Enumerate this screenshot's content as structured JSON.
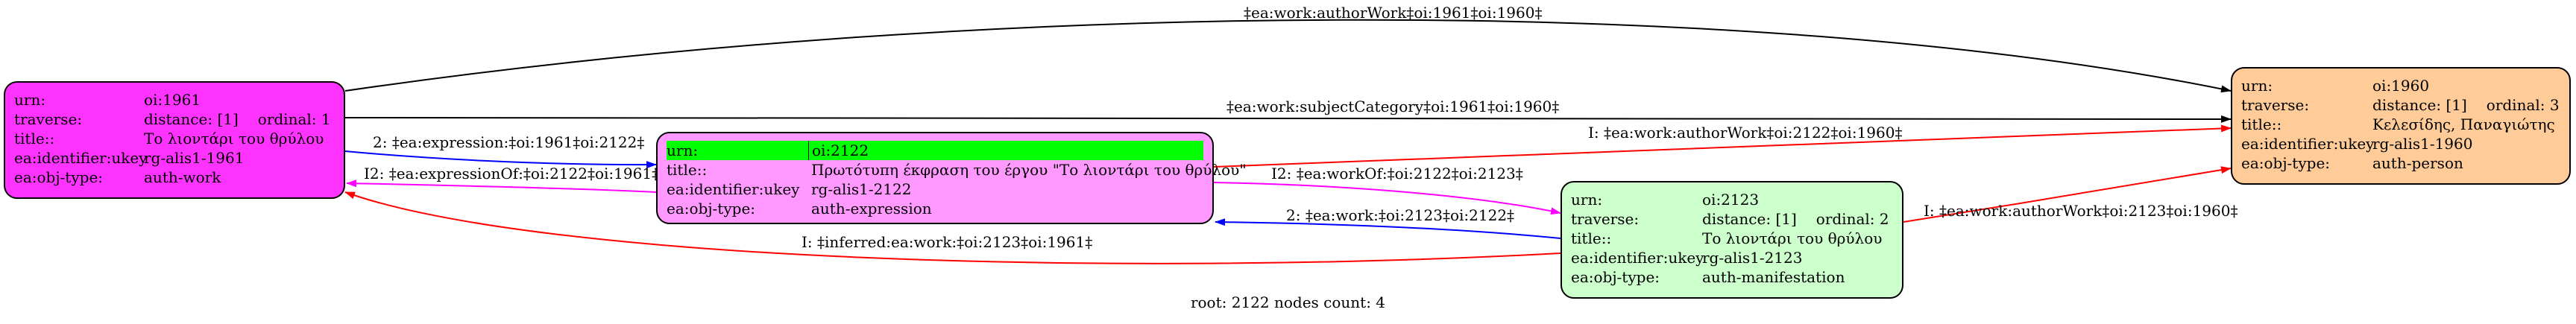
{
  "nodes": {
    "n1961": {
      "urn_key": "urn:",
      "urn_val": "oi:1961",
      "traverse_key": "traverse:",
      "distance": "distance: [1]",
      "ordinal": "ordinal: 1",
      "title_key": "title::",
      "title_val": "Το λιοντάρι του θρύλου",
      "ukey_key": "ea:identifier:ukey",
      "ukey_val": "rg-alis1-1961",
      "type_key": "ea:obj-type:",
      "type_val": "auth-work",
      "fill": "#ff33ff"
    },
    "n2122": {
      "urn_key": "urn:",
      "urn_val": "oi:2122",
      "title_key": "title::",
      "title_val": "Πρωτότυπη έκφραση του έργου \"Το λιοντάρι του θρύλου\"",
      "ukey_key": "ea:identifier:ukey",
      "ukey_val": "rg-alis1-2122",
      "type_key": "ea:obj-type:",
      "type_val": "auth-expression",
      "fill": "#ff99ff",
      "highlight": "#00ff00"
    },
    "n2123": {
      "urn_key": "urn:",
      "urn_val": "oi:2123",
      "traverse_key": "traverse:",
      "distance": "distance: [1]",
      "ordinal": "ordinal: 2",
      "title_key": "title::",
      "title_val": "Το λιοντάρι του θρύλου",
      "ukey_key": "ea:identifier:ukey",
      "ukey_val": "rg-alis1-2123",
      "type_key": "ea:obj-type:",
      "type_val": "auth-manifestation",
      "fill": "#ccffcc"
    },
    "n1960": {
      "urn_key": "urn:",
      "urn_val": "oi:1960",
      "traverse_key": "traverse:",
      "distance": "distance: [1]",
      "ordinal": "ordinal: 3",
      "title_key": "title::",
      "title_val": "Κελεσίδης, Παναγιώτης",
      "ukey_key": "ea:identifier:ukey",
      "ukey_val": "rg-alis1-1960",
      "type_key": "ea:obj-type:",
      "type_val": "auth-person",
      "fill": "#ffcc99"
    }
  },
  "edges": {
    "e_author_1961": "‡ea:work:authorWork‡oi:1961‡oi:1960‡",
    "e_subject_1961": "‡ea:work:subjectCategory‡oi:1961‡oi:1960‡",
    "e_expression": "2: ‡ea:expression:‡oi:1961‡oi:2122‡",
    "e_expressionOf": "I2: ‡ea:expressionOf:‡oi:2122‡oi:1961‡",
    "e_author_2122": "I: ‡ea:work:authorWork‡oi:2122‡oi:1960‡",
    "e_workOf": "I2: ‡ea:workOf:‡oi:2122‡oi:2123‡",
    "e_work_2123": "2: ‡ea:work:‡oi:2123‡oi:2122‡",
    "e_inferred": "I: ‡inferred:ea:work:‡oi:2123‡oi:1961‡",
    "e_author_2123": "I: ‡ea:work:authorWork‡oi:2123‡oi:1960‡"
  },
  "colors": {
    "black": "#000000",
    "blue": "#0000ff",
    "red": "#ff0000",
    "magenta": "#ff00ff"
  },
  "footer": "root: 2122 nodes count: 4"
}
